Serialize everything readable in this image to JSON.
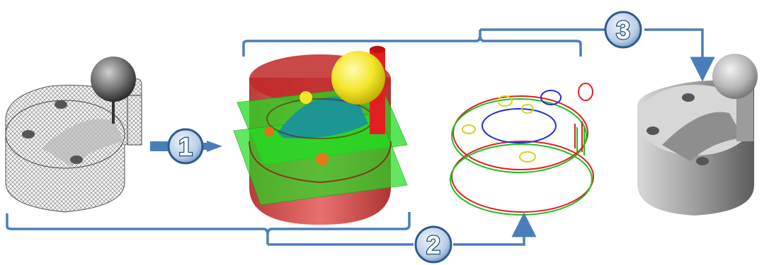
{
  "steps": [
    {
      "number": "1"
    },
    {
      "number": "2"
    },
    {
      "number": "3"
    }
  ],
  "colors": {
    "connector": "#4a7ebb",
    "badge_fill": "#b8cde6",
    "badge_ring": "#2e5a8e",
    "badge_text": "#ffffff",
    "mesh": "#9a9a9a",
    "cylinder": "#d73030",
    "plane": "#22dd22",
    "sphere": "#f3e62a",
    "cavity": "#1a8fa0",
    "curve_red": "#e02020",
    "curve_green": "#20c020",
    "curve_blue": "#2030d0",
    "curve_yellow": "#d8d020",
    "solid": "#c8c8c8"
  },
  "icons": [
    "mesh-model-icon",
    "primitive-fit-icon",
    "intersection-curves-icon",
    "solid-model-icon"
  ]
}
